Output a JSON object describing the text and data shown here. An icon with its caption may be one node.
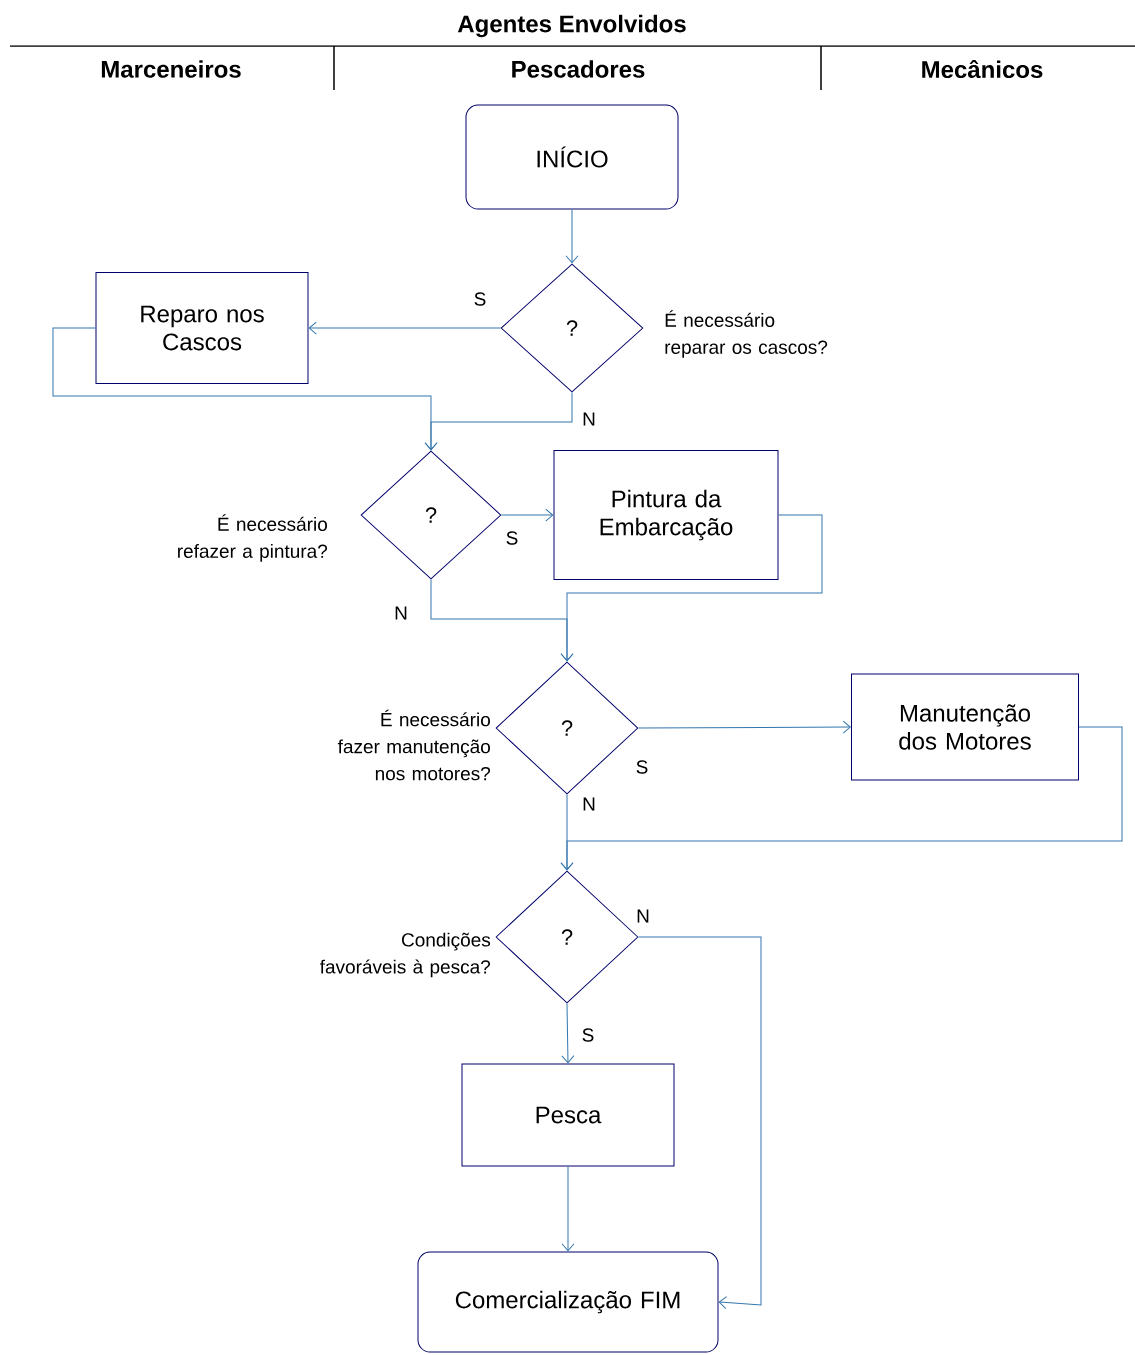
{
  "diagram": {
    "title": "Agentes Envolvidos",
    "nodes": [
      {
        "text": [
          "INÍCIO"
        ]
      },
      {
        "text": [
          "?"
        ],
        "beside": [
          "É necessário reparar os cascos?"
        ]
      },
      {
        "text": [
          "Reparo nos Cascos"
        ]
      },
      {
        "text": [
          "?"
        ],
        "beside": [
          "É necessário refazer a pintura?"
        ]
      },
      {
        "text": [
          "Pintura da Embarcação"
        ]
      },
      {
        "text": [
          "?"
        ],
        "beside": [
          "É necessário fazer manutenção nos motores?"
        ]
      },
      {
        "text": [
          "Manutenção dos Motores"
        ]
      },
      {
        "text": [
          "?"
        ],
        "beside": [
          "Condições favoráveis à pesca?"
        ]
      },
      {
        "text": [
          "Pesca"
        ]
      },
      {
        "text": [
          "Comercialização FIM"
        ]
      }
    ],
    "edges": [
      {
        "from": 0,
        "to": 1,
        "arrow": "to"
      },
      {
        "from": 1,
        "to": 2,
        "arrow": "to",
        "label": "S"
      },
      {
        "from": 1,
        "to": 3,
        "arrow": "to",
        "label": "N"
      },
      {
        "from": 2,
        "to": 3,
        "arrow": "to"
      },
      {
        "from": 3,
        "to": 4,
        "arrow": "to",
        "label": "S"
      },
      {
        "from": 3,
        "to": 5,
        "arrow": "to",
        "label": "N"
      },
      {
        "from": 4,
        "to": 5,
        "arrow": "to"
      },
      {
        "from": 5,
        "to": 6,
        "arrow": "to",
        "label": "S"
      },
      {
        "from": 5,
        "to": 7,
        "arrow": "to",
        "label": "N"
      },
      {
        "from": 6,
        "to": 7,
        "arrow": "to"
      },
      {
        "from": 7,
        "to": 8,
        "arrow": "to",
        "label": "S"
      },
      {
        "from": 7,
        "to": 9,
        "arrow": "to",
        "label": "N"
      },
      {
        "from": 8,
        "to": 9,
        "arrow": "to"
      }
    ],
    "labels": [
      "Marceneiros",
      "Pescadores",
      "Mecânicos"
    ]
  }
}
